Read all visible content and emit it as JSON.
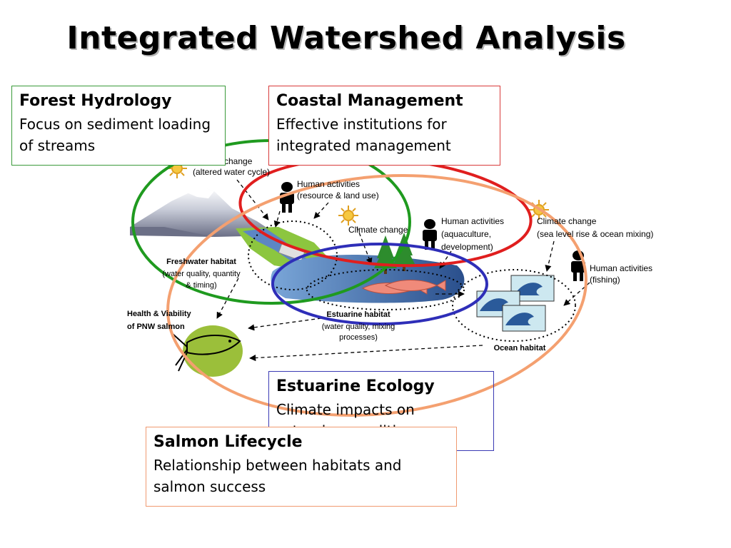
{
  "title": "Integrated Watershed Analysis",
  "boxes": {
    "forest": {
      "heading": "Forest Hydrology",
      "body": "Focus on sediment loading of streams"
    },
    "coastal": {
      "heading": "Coastal Management",
      "body": "Effective institutions for integrated management"
    },
    "estuarine": {
      "heading": "Estuarine Ecology",
      "body": "Climate impacts on estuarine conditions"
    },
    "salmon": {
      "heading": "Salmon Lifecycle",
      "body": "Relationship between habitats and salmon success"
    }
  },
  "labels": {
    "climate_change_1": "Climate change",
    "climate_change_1_sub": "(altered water cycle)",
    "human_activities_1": "Human activities",
    "human_activities_1_sub": "(resource & land use)",
    "climate_change_2": "Climate change",
    "human_activities_2": "Human activities",
    "human_activities_2_sub1": "(aquaculture,",
    "human_activities_2_sub2": "development)",
    "climate_change_3": "Climate change",
    "climate_change_3_sub": "(sea level rise & ocean mixing)",
    "human_activities_3": "Human activities",
    "human_activities_3_sub": "(fishing)",
    "freshwater": "Freshwater habitat",
    "freshwater_sub1": "(water quality, quantity",
    "freshwater_sub2": "& timing)",
    "health1": "Health & Viability",
    "health2": "of PNW salmon",
    "estuarine": "Estuarine habitat",
    "estuarine_sub1": "(water quality, mixing",
    "estuarine_sub2": "processes)",
    "ocean": "Ocean habitat"
  },
  "colors": {
    "forest": "#1f9a1f",
    "coastal": "#e01e1e",
    "estuarine": "#2e2eb8",
    "salmon": "#f4a070",
    "land": "#8cc63f",
    "water": "#4a78b8",
    "fish": "#9bbf3a"
  },
  "icons": [
    "sun-icon",
    "person-icon",
    "mountain-icon",
    "wave-icon",
    "fish-icon",
    "salmon-icon",
    "tree-icon"
  ]
}
